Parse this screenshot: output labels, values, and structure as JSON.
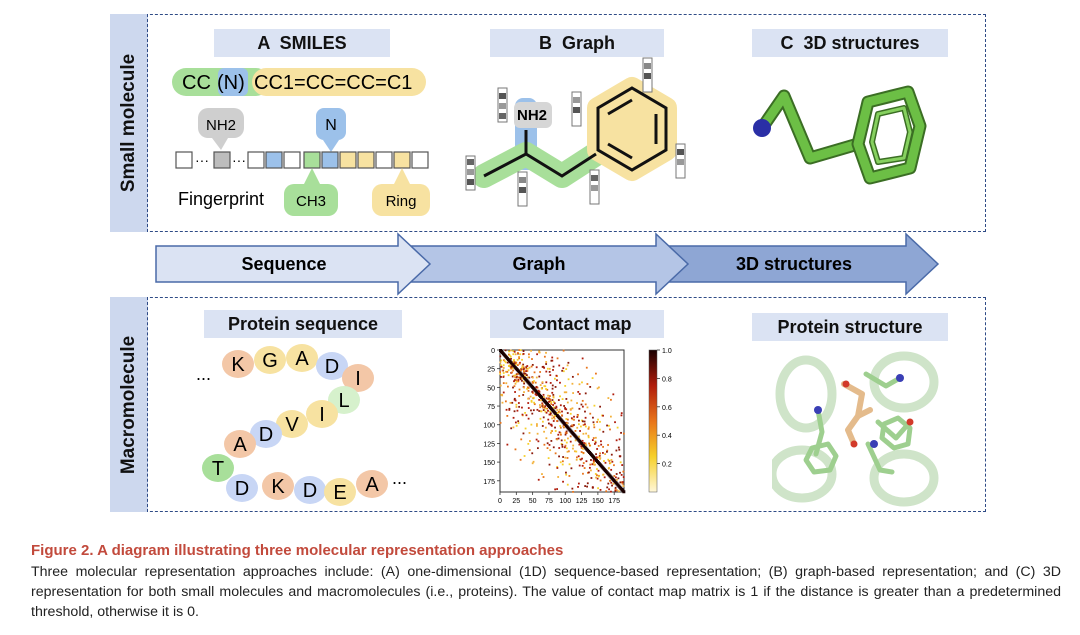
{
  "side_labels": {
    "top": "Small molecule",
    "bottom": "Macromolecule"
  },
  "headers": {
    "smiles": "A  SMILES",
    "graph": "B  Graph",
    "structures3d": "C  3D structures",
    "protein_sequence": "Protein sequence",
    "contact_map": "Contact map",
    "protein_structure": "Protein structure"
  },
  "smiles": {
    "parts": [
      "CC",
      "(N)",
      "CC1=CC=CC=C1"
    ],
    "nh2_label": "NH2",
    "n_label": "N",
    "fingerprint_label": "Fingerprint",
    "ch3_label": "CH3",
    "ring_label": "Ring"
  },
  "graph": {
    "nh2_label": "NH2"
  },
  "arrows": [
    "Sequence",
    "Graph",
    "3D structures"
  ],
  "protein_sequence": {
    "dots": "...",
    "letters": [
      "K",
      "G",
      "A",
      "D",
      "I",
      "L",
      "I",
      "V",
      "D",
      "A",
      "T",
      "D",
      "K",
      "D",
      "E",
      "A"
    ]
  },
  "contact_map": {
    "xticks": [
      "0",
      "25",
      "50",
      "75",
      "100",
      "125",
      "150",
      "175"
    ],
    "yticks": [
      "0",
      "25",
      "50",
      "75",
      "100",
      "125",
      "150",
      "175"
    ],
    "colorbar_ticks": [
      "1.0",
      "0.8",
      "0.6",
      "0.4",
      "0.2"
    ]
  },
  "figure": {
    "title": "Figure 2.  A diagram illustrating three molecular representation approaches",
    "caption": "Three molecular representation approaches include: (A) one-dimensional (1D) sequence-based representation; (B) graph-based representation; and (C) 3D representation for both small molecules and macromolecules (i.e., proteins). The value of contact map matrix is 1 if the distance is greater than a predetermined threshold, otherwise it is 0."
  },
  "colors": {
    "panel_border": "#2f4b86",
    "green": "#a8df9a",
    "blue": "#9cc1ea",
    "yellow": "#f7e2a1",
    "orange": "#f3c7a7",
    "caption_title": "#c24a3c"
  }
}
